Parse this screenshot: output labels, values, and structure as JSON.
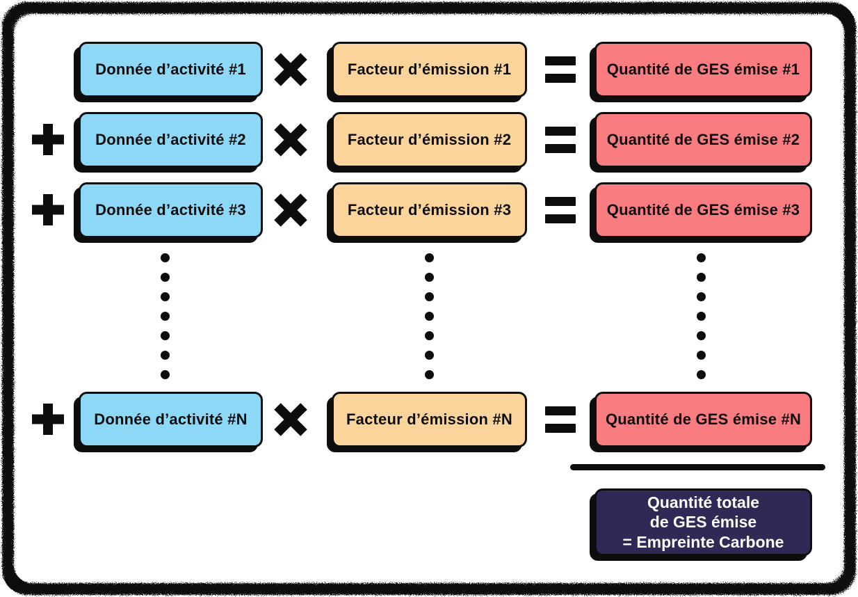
{
  "colors": {
    "activity": "#8ED8F7",
    "factor": "#FBD49C",
    "emission": "#F87C80",
    "total_bg": "#2E2A55",
    "ink": "#0D0D0D"
  },
  "operators": {
    "plus": "+",
    "times": "×",
    "equals": "="
  },
  "rows": [
    {
      "activity": "Donnée d’activité #1",
      "factor": "Facteur d’émission #1",
      "emission": "Quantité de GES émise #1"
    },
    {
      "activity": "Donnée d’activité #2",
      "factor": "Facteur d’émission #2",
      "emission": "Quantité de GES émise #2"
    },
    {
      "activity": "Donnée d’activité #3",
      "factor": "Facteur d’émission #3",
      "emission": "Quantité de GES émise #3"
    },
    {
      "activity": "Donnée d’activité #N",
      "factor": "Facteur d’émission #N",
      "emission": "Quantité de GES émise #N"
    }
  ],
  "ellipsis": {
    "dot_count": 7,
    "columns": 3
  },
  "total": {
    "label": "Quantité totale\nde GES émise\n= Empreinte Carbone"
  }
}
